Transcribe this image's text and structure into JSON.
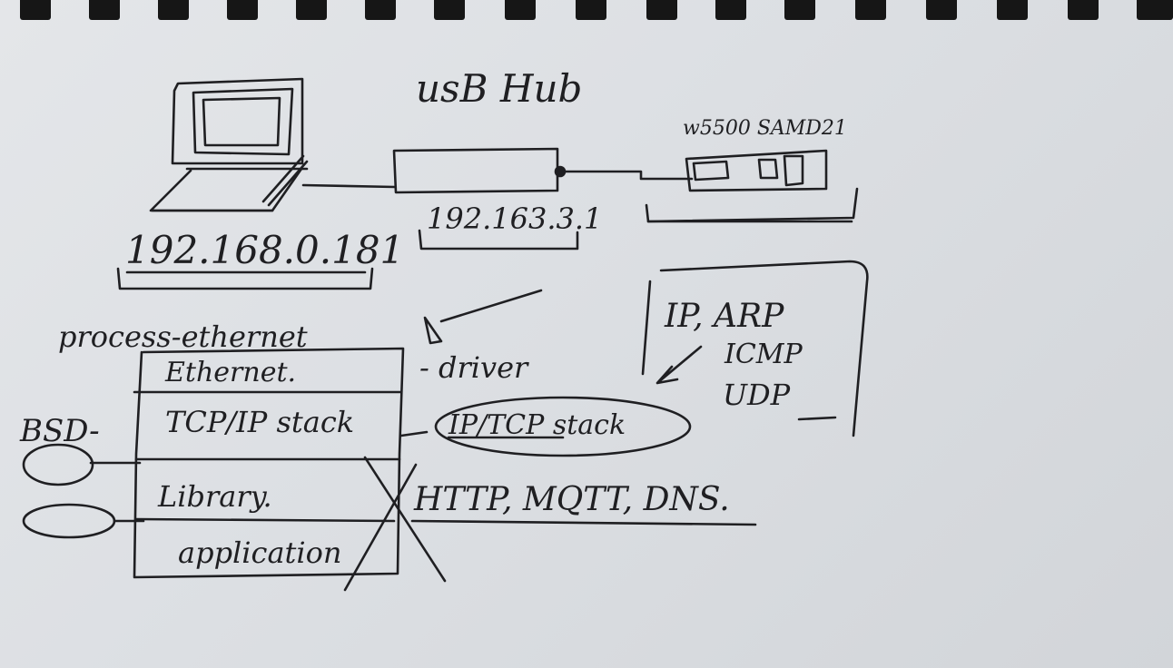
{
  "labels": {
    "usb_hub": "usB Hub",
    "board_chips": "w5500 SAMD21",
    "laptop_ip": "192.168.0.181",
    "hub_ip": "192.163.3.1",
    "process_ethernet": "process-ethernet",
    "driver": "- driver",
    "protocols": [
      "IP, ARP",
      "ICMP",
      "UDP"
    ],
    "bsd": "BSD-",
    "ip_tcp_stack": "IP/TCP stack",
    "app_protocols": "HTTP, MQTT, DNS."
  },
  "stack_layers": [
    "Ethernet.",
    "TCP/IP stack",
    "Library.",
    "application"
  ],
  "colors": {
    "ink": "#1f1f22",
    "paper": "#dfe2e5",
    "binding": "#161616"
  }
}
